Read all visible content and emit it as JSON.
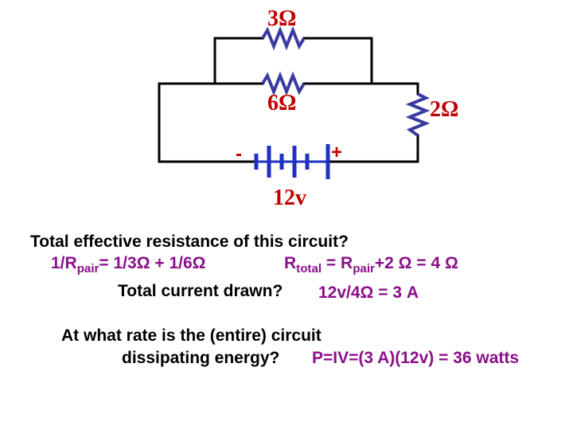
{
  "colors": {
    "wire": "#000000",
    "resistor": "#3a3aa0",
    "battery": "#2030c0",
    "label_red": "#c00000",
    "answer_purple": "#8a0f8a"
  },
  "circuit": {
    "r_top": "3Ω",
    "r_mid": "6Ω",
    "r_right": "2Ω",
    "battery_minus": "-",
    "battery_plus": "+",
    "battery_voltage": "12v"
  },
  "q1": {
    "question": "Total effective resistance of this circuit?",
    "pair_prefix": "1/R",
    "pair_sub": "pair",
    "pair_rest": "= 1/3Ω + 1/6Ω",
    "total_prefix": "R",
    "total_sub": "total",
    "total_mid": " = R",
    "total_sub2": "pair",
    "total_rest": "+2 Ω = 4 Ω"
  },
  "q2": {
    "question": "Total current drawn?",
    "answer": "12v/4Ω = 3 A"
  },
  "q3": {
    "question_line1": "At what rate is the (entire) circuit",
    "question_line2": "dissipating energy?",
    "answer": "P=IV=(3 A)(12v) = 36 watts"
  }
}
